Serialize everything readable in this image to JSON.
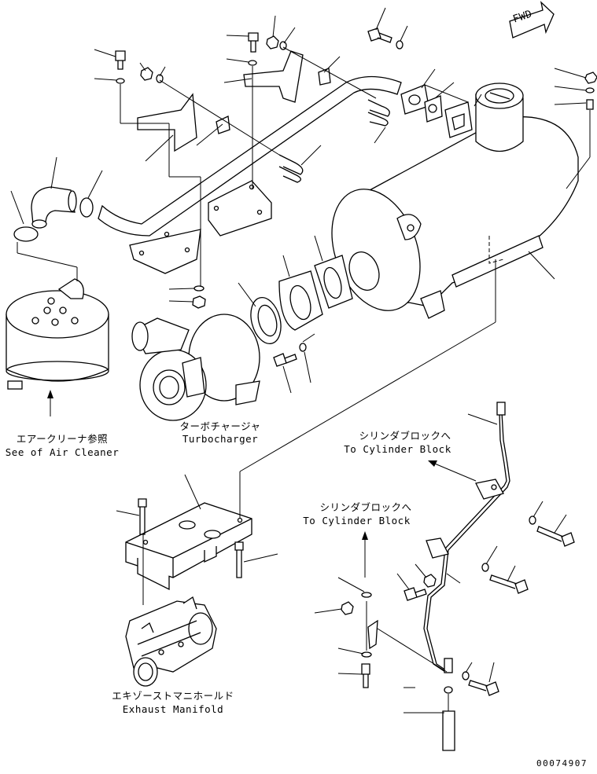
{
  "labels": {
    "air_cleaner_jp": "エアークリーナ参照",
    "air_cleaner_en": "See of Air Cleaner",
    "turbo_jp": "ターボチャージャ",
    "turbo_en": "Turbocharger",
    "cyl_block_1_jp": "シリンダブロックへ",
    "cyl_block_1_en": "To Cylinder Block",
    "cyl_block_2_jp": "シリンダブロックへ",
    "cyl_block_2_en": "To Cylinder Block",
    "exhaust_jp": "エキゾーストマニホールド",
    "exhaust_en": "Exhaust Manifold",
    "fwd": "FWD",
    "drawing_no": "00074907"
  }
}
